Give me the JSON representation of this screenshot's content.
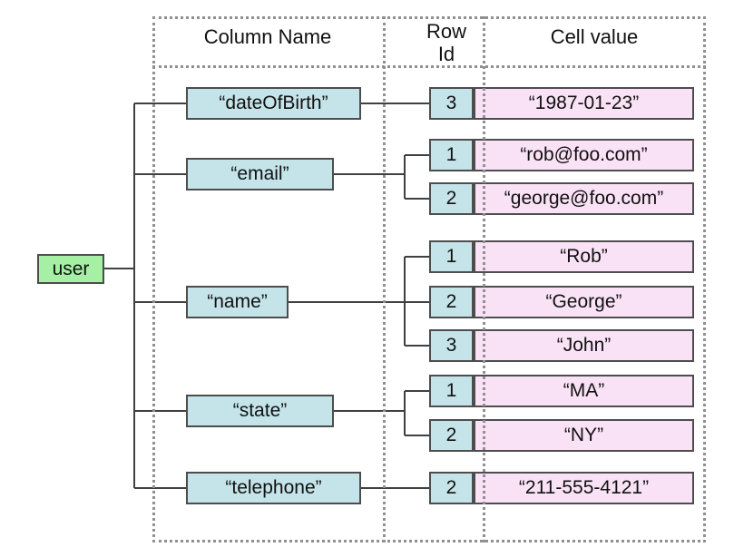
{
  "diagram": {
    "root": {
      "label": "user"
    },
    "headers": {
      "column_name": "Column Name",
      "row_id_line1": "Row",
      "row_id_line2": "Id",
      "cell_value": "Cell value"
    },
    "columns": [
      {
        "name": "“dateOfBirth”",
        "rows": [
          {
            "id": "3",
            "value": "“1987-01-23”"
          }
        ]
      },
      {
        "name": "“email”",
        "rows": [
          {
            "id": "1",
            "value": "“rob@foo.com”"
          },
          {
            "id": "2",
            "value": "“george@foo.com”"
          }
        ]
      },
      {
        "name": "“name”",
        "rows": [
          {
            "id": "1",
            "value": "“Rob”"
          },
          {
            "id": "2",
            "value": "“George”"
          },
          {
            "id": "3",
            "value": "“John”"
          }
        ]
      },
      {
        "name": "“state”",
        "rows": [
          {
            "id": "1",
            "value": "“MA”"
          },
          {
            "id": "2",
            "value": "“NY”"
          }
        ]
      },
      {
        "name": "“telephone”",
        "rows": [
          {
            "id": "2",
            "value": "“211-555-4121”"
          }
        ]
      }
    ]
  },
  "colors": {
    "root-green": "#a5f0a5",
    "node-blue": "#c4e4e9",
    "cell-pink": "#fae2f6",
    "dash-gray": "#909090",
    "line-dark": "#404040"
  }
}
